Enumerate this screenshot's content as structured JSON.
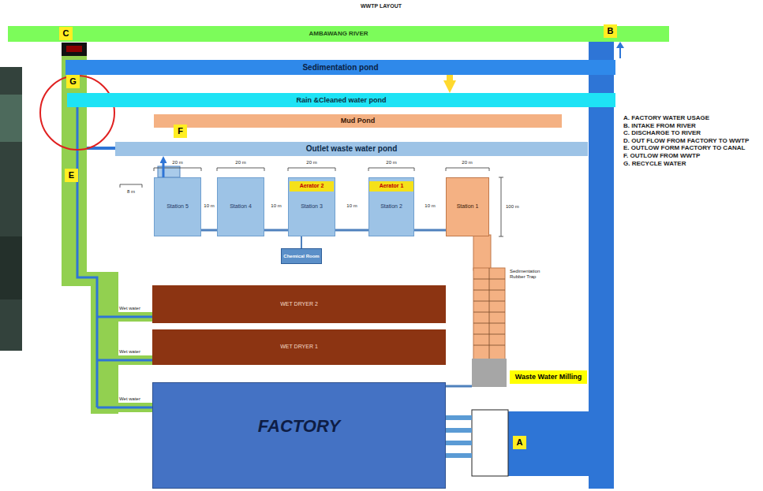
{
  "diagram": {
    "title": "WWTP LAYOUT",
    "nodes": [
      {
        "text": [
          "AMBAWANG RIVER"
        ]
      },
      {
        "text": [
          "C"
        ]
      },
      {
        "text": [
          "B"
        ]
      },
      {
        "text": [
          "Sedimentation pond"
        ]
      },
      {
        "text": [
          "G"
        ]
      },
      {
        "text": [
          "Rain &Cleaned water pond"
        ]
      },
      {
        "text": [
          "Mud Pond"
        ]
      },
      {
        "text": [
          "F"
        ]
      },
      {
        "text": [
          "Outlet waste water pond"
        ]
      },
      {
        "text": [
          "E"
        ]
      },
      {
        "text": [
          "Station 5"
        ]
      },
      {
        "text": [
          "Station 4"
        ]
      },
      {
        "text": [
          "Station 3"
        ]
      },
      {
        "text": [
          "Aerator 2"
        ],
        "in": 12
      },
      {
        "text": [
          "Station 2"
        ]
      },
      {
        "text": [
          "Aerator 1"
        ],
        "in": 14
      },
      {
        "text": [
          "Station 1"
        ]
      },
      {
        "text": [
          "Chemical Room"
        ]
      },
      {
        "text": [
          "WET DRYER 2"
        ]
      },
      {
        "text": [
          "WET DRYER 1"
        ]
      },
      {
        "text": [
          "Waste Water Milling"
        ]
      },
      {
        "text": [
          "FACTORY"
        ]
      },
      {
        "text": [
          "A"
        ]
      }
    ],
    "edges": [
      {
        "from": 3,
        "to": 5,
        "arrow": "to"
      },
      {
        "from": 16,
        "to": 14,
        "arrow": "none"
      },
      {
        "from": 14,
        "to": 12,
        "arrow": "none"
      },
      {
        "from": 12,
        "to": 11,
        "arrow": "none"
      },
      {
        "from": 11,
        "to": 10,
        "arrow": "none"
      },
      {
        "from": 10,
        "to": 8,
        "arrow": "to"
      }
    ],
    "labels": [
      "Sedimentation Rubber Trap",
      "20 m",
      "20 m",
      "20 m",
      "20 m",
      "20 m",
      "10 m",
      "10 m",
      "10 m",
      "10 m",
      "100 m",
      "8 m",
      "Wet water",
      "Wet water",
      "Wet water",
      "A. FACTORY WATER USAGE",
      "B. INTAKE FROM RIVER",
      "C. DISCHARGE TO RIVER",
      "D. OUT FLOW FROM FACTORY TO WWTP",
      "E. OUTLOW FORM FACTORY TO CANAL",
      "F. OUTLOW FROM WWTP",
      "G. RECYCLE WATER"
    ]
  }
}
